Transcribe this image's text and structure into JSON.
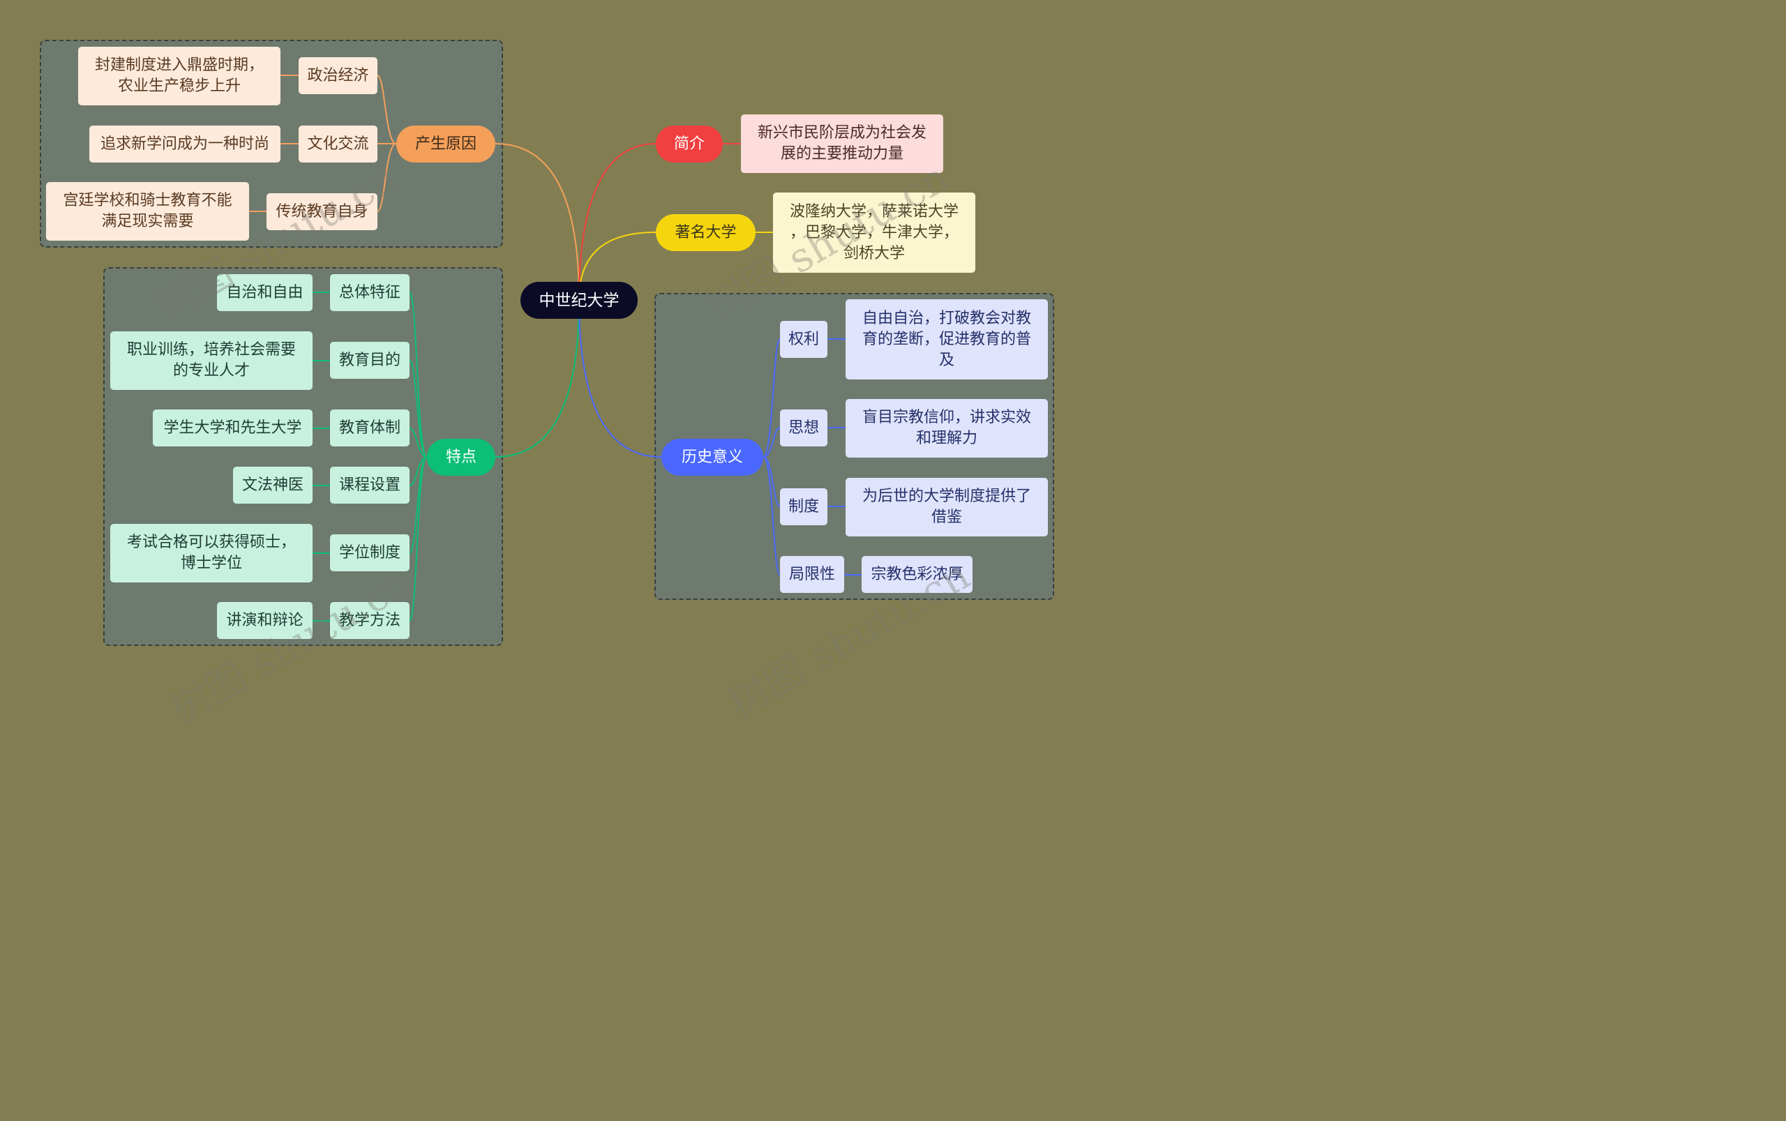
{
  "root": "中世纪大学",
  "watermark": "树图 shutu.cn",
  "colors": {
    "background": "#827e52",
    "orange": "#f5a05a",
    "green": "#0bbf77",
    "red": "#f23f3f",
    "yellow": "#f5d50e",
    "blue": "#4a68ff"
  },
  "branches": {
    "causes": {
      "label": "产生原因",
      "items": [
        {
          "label": "政治经济",
          "detail": "封建制度进入鼎盛时期，\n农业生产稳步上升"
        },
        {
          "label": "文化交流",
          "detail": "追求新学问成为一种时尚"
        },
        {
          "label": "传统教育自身",
          "detail": "宫廷学校和骑士教育不能\n满足现实需要"
        }
      ]
    },
    "features": {
      "label": "特点",
      "items": [
        {
          "label": "总体特征",
          "detail": "自治和自由"
        },
        {
          "label": "教育目的",
          "detail": "职业训练，培养社会需要\n的专业人才"
        },
        {
          "label": "教育体制",
          "detail": "学生大学和先生大学"
        },
        {
          "label": "课程设置",
          "detail": "文法神医"
        },
        {
          "label": "学位制度",
          "detail": "考试合格可以获得硕士，\n博士学位"
        },
        {
          "label": "教学方法",
          "detail": "讲演和辩论"
        }
      ]
    },
    "intro": {
      "label": "简介",
      "detail": "新兴市民阶层成为社会发\n展的主要推动力量"
    },
    "famous": {
      "label": "著名大学",
      "detail": "波隆纳大学，萨莱诺大学\n，巴黎大学，牛津大学，\n剑桥大学"
    },
    "significance": {
      "label": "历史意义",
      "items": [
        {
          "label": "权利",
          "detail": "自由自治，打破教会对教\n育的垄断，促进教育的普\n及"
        },
        {
          "label": "思想",
          "detail": "盲目宗教信仰，讲求实效\n和理解力"
        },
        {
          "label": "制度",
          "detail": "为后世的大学制度提供了\n借鉴"
        },
        {
          "label": "局限性",
          "detail": "宗教色彩浓厚"
        }
      ]
    }
  }
}
